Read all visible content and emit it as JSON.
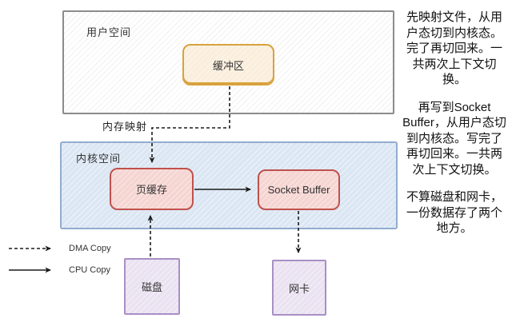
{
  "diagram": {
    "user_space": {
      "label": "用户空间",
      "buffer_label": "缓冲区"
    },
    "kernel_space": {
      "label": "内核空间",
      "page_cache_label": "页缓存",
      "socket_buffer_label": "Socket Buffer"
    },
    "devices": {
      "disk_label": "磁盘",
      "nic_label": "网卡"
    },
    "mmap_label": "内存映射",
    "legend": [
      {
        "style": "dashed",
        "label": "DMA Copy"
      },
      {
        "style": "solid",
        "label": "CPU Copy"
      }
    ],
    "arrows": [
      {
        "name": "mmap-arrow",
        "style": "dashed",
        "from": "buffer",
        "to": "page-cache"
      },
      {
        "name": "cpu-copy-arrow",
        "style": "solid",
        "from": "page-cache",
        "to": "socket-buffer"
      },
      {
        "name": "disk-dma-arrow",
        "style": "dashed",
        "from": "disk",
        "to": "page-cache"
      },
      {
        "name": "nic-dma-arrow",
        "style": "dashed",
        "from": "socket-buffer",
        "to": "nic"
      }
    ]
  },
  "notes": [
    "先映射文件，从用户态切到内核态。完了再切回来。一共两次上下文切换。",
    "再写到Socket Buffer，从用户态切到内核态。写完了再切回来。一共两次上下文切换。",
    "不算磁盘和网卡，一份数据存了两个地方。"
  ],
  "colors": {
    "user_space_border": "#8c8c8c",
    "buffer_border": "#d8a23d",
    "buffer_fill": "#faeedc",
    "kernel_border": "#92accf",
    "kernel_fill": "#dbe6f3",
    "cache_border": "#c0514d",
    "cache_fill": "#f5d5d2",
    "device_border": "#a98fc5",
    "device_fill": "#eae2f1",
    "arrow": "#1a1a1a",
    "text": "#333333"
  }
}
